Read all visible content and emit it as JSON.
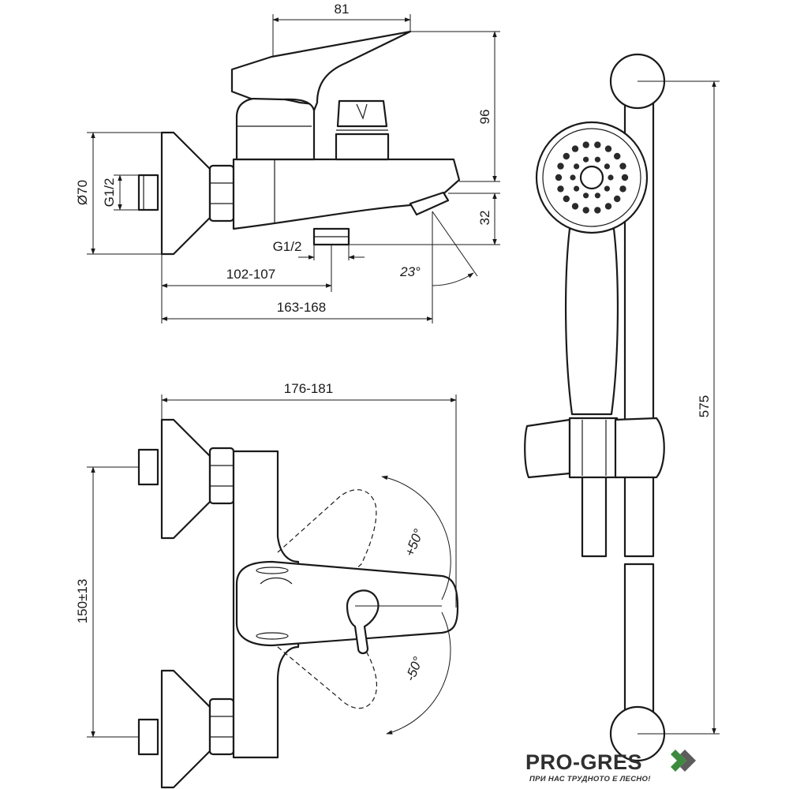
{
  "dimensions": {
    "spout_top_width": "81",
    "lever_height": "96",
    "spout_drop": "32",
    "flange_diameter": "Ø70",
    "thread_wall": "G1/2",
    "thread_bottom": "G1/2",
    "spout_angle": "23°",
    "projection_min": "102-107",
    "projection_max": "163-168",
    "front_width": "176-181",
    "inlet_spacing": "150±13",
    "lever_up": "+50°",
    "lever_down": "-50°",
    "rail_height": "575"
  },
  "brand": {
    "name": "PRO-GRES",
    "tagline": "ПРИ НАС ТРУДНОТО Е ЛЕСНО!",
    "accent_color": "#3b8a3e",
    "icon": "double-chevron-right-icon"
  }
}
